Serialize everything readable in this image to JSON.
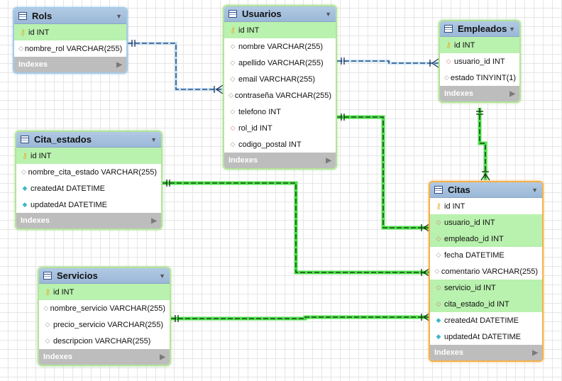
{
  "tables": {
    "rols": {
      "title": "Rols",
      "rows": [
        "id INT",
        "nombre_rol VARCHAR(255)"
      ],
      "indexes_label": "Indexes"
    },
    "usuarios": {
      "title": "Usuarios",
      "rows": [
        "id INT",
        "nombre VARCHAR(255)",
        "apellido VARCHAR(255)",
        "email VARCHAR(255)",
        "contraseña VARCHAR(255)",
        "telefono INT",
        "rol_id INT",
        "codigo_postal INT"
      ],
      "indexes_label": "Indexes"
    },
    "empleados": {
      "title": "Empleados",
      "rows": [
        "id INT",
        "usuario_id INT",
        "estado TINYINT(1)"
      ],
      "indexes_label": "Indexes"
    },
    "cita_estados": {
      "title": "Cita_estados",
      "rows": [
        "id INT",
        "nombre_cita_estado VARCHAR(255)",
        "createdAt DATETIME",
        "updatedAt DATETIME"
      ],
      "indexes_label": "Indexes"
    },
    "servicios": {
      "title": "Servicios",
      "rows": [
        "id INT",
        "nombre_servicio VARCHAR(255)",
        "precio_servicio VARCHAR(255)",
        "descripcion VARCHAR(255)"
      ],
      "indexes_label": "Indexes"
    },
    "citas": {
      "title": "Citas",
      "rows": [
        "id INT",
        "usuario_id INT",
        "empleado_id INT",
        "fecha DATETIME",
        "comentario VARCHAR(255)",
        "servicio_id INT",
        "cita_estado_id INT",
        "createdAt DATETIME",
        "updatedAt DATETIME"
      ],
      "indexes_label": "Indexes"
    }
  },
  "colors": {
    "header": "#9bb8d8",
    "highlight_row": "#b9f1ae",
    "green_link": "#3fd23a",
    "blue_link": "#8fc7ee",
    "selected_border": "#f5b14b"
  }
}
